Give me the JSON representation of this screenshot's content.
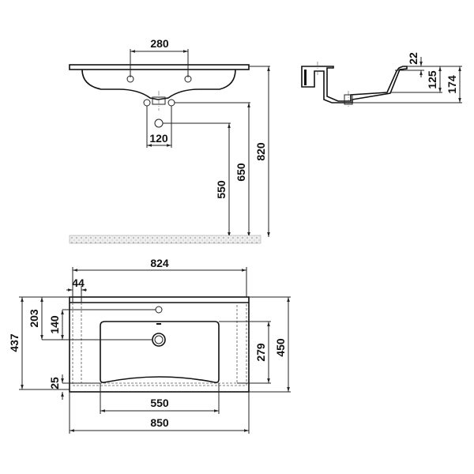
{
  "front_view": {
    "dims": {
      "tap_spacing": "280",
      "fixing_spacing": "120",
      "drain_height": "550",
      "fixing_height": "650",
      "total_height": "820"
    }
  },
  "side_view": {
    "dims": {
      "rim": "22",
      "basin_depth": "125",
      "total_depth": "174"
    }
  },
  "top_view": {
    "dims": {
      "inner_width": "824",
      "side_offset": "44",
      "depth_to_edge": "437",
      "drain_from_back": "203",
      "tap_to_drain": "140",
      "front_offset": "25",
      "basin_depth": "279",
      "total_depth": "450",
      "basin_width": "550",
      "total_width": "850"
    }
  }
}
